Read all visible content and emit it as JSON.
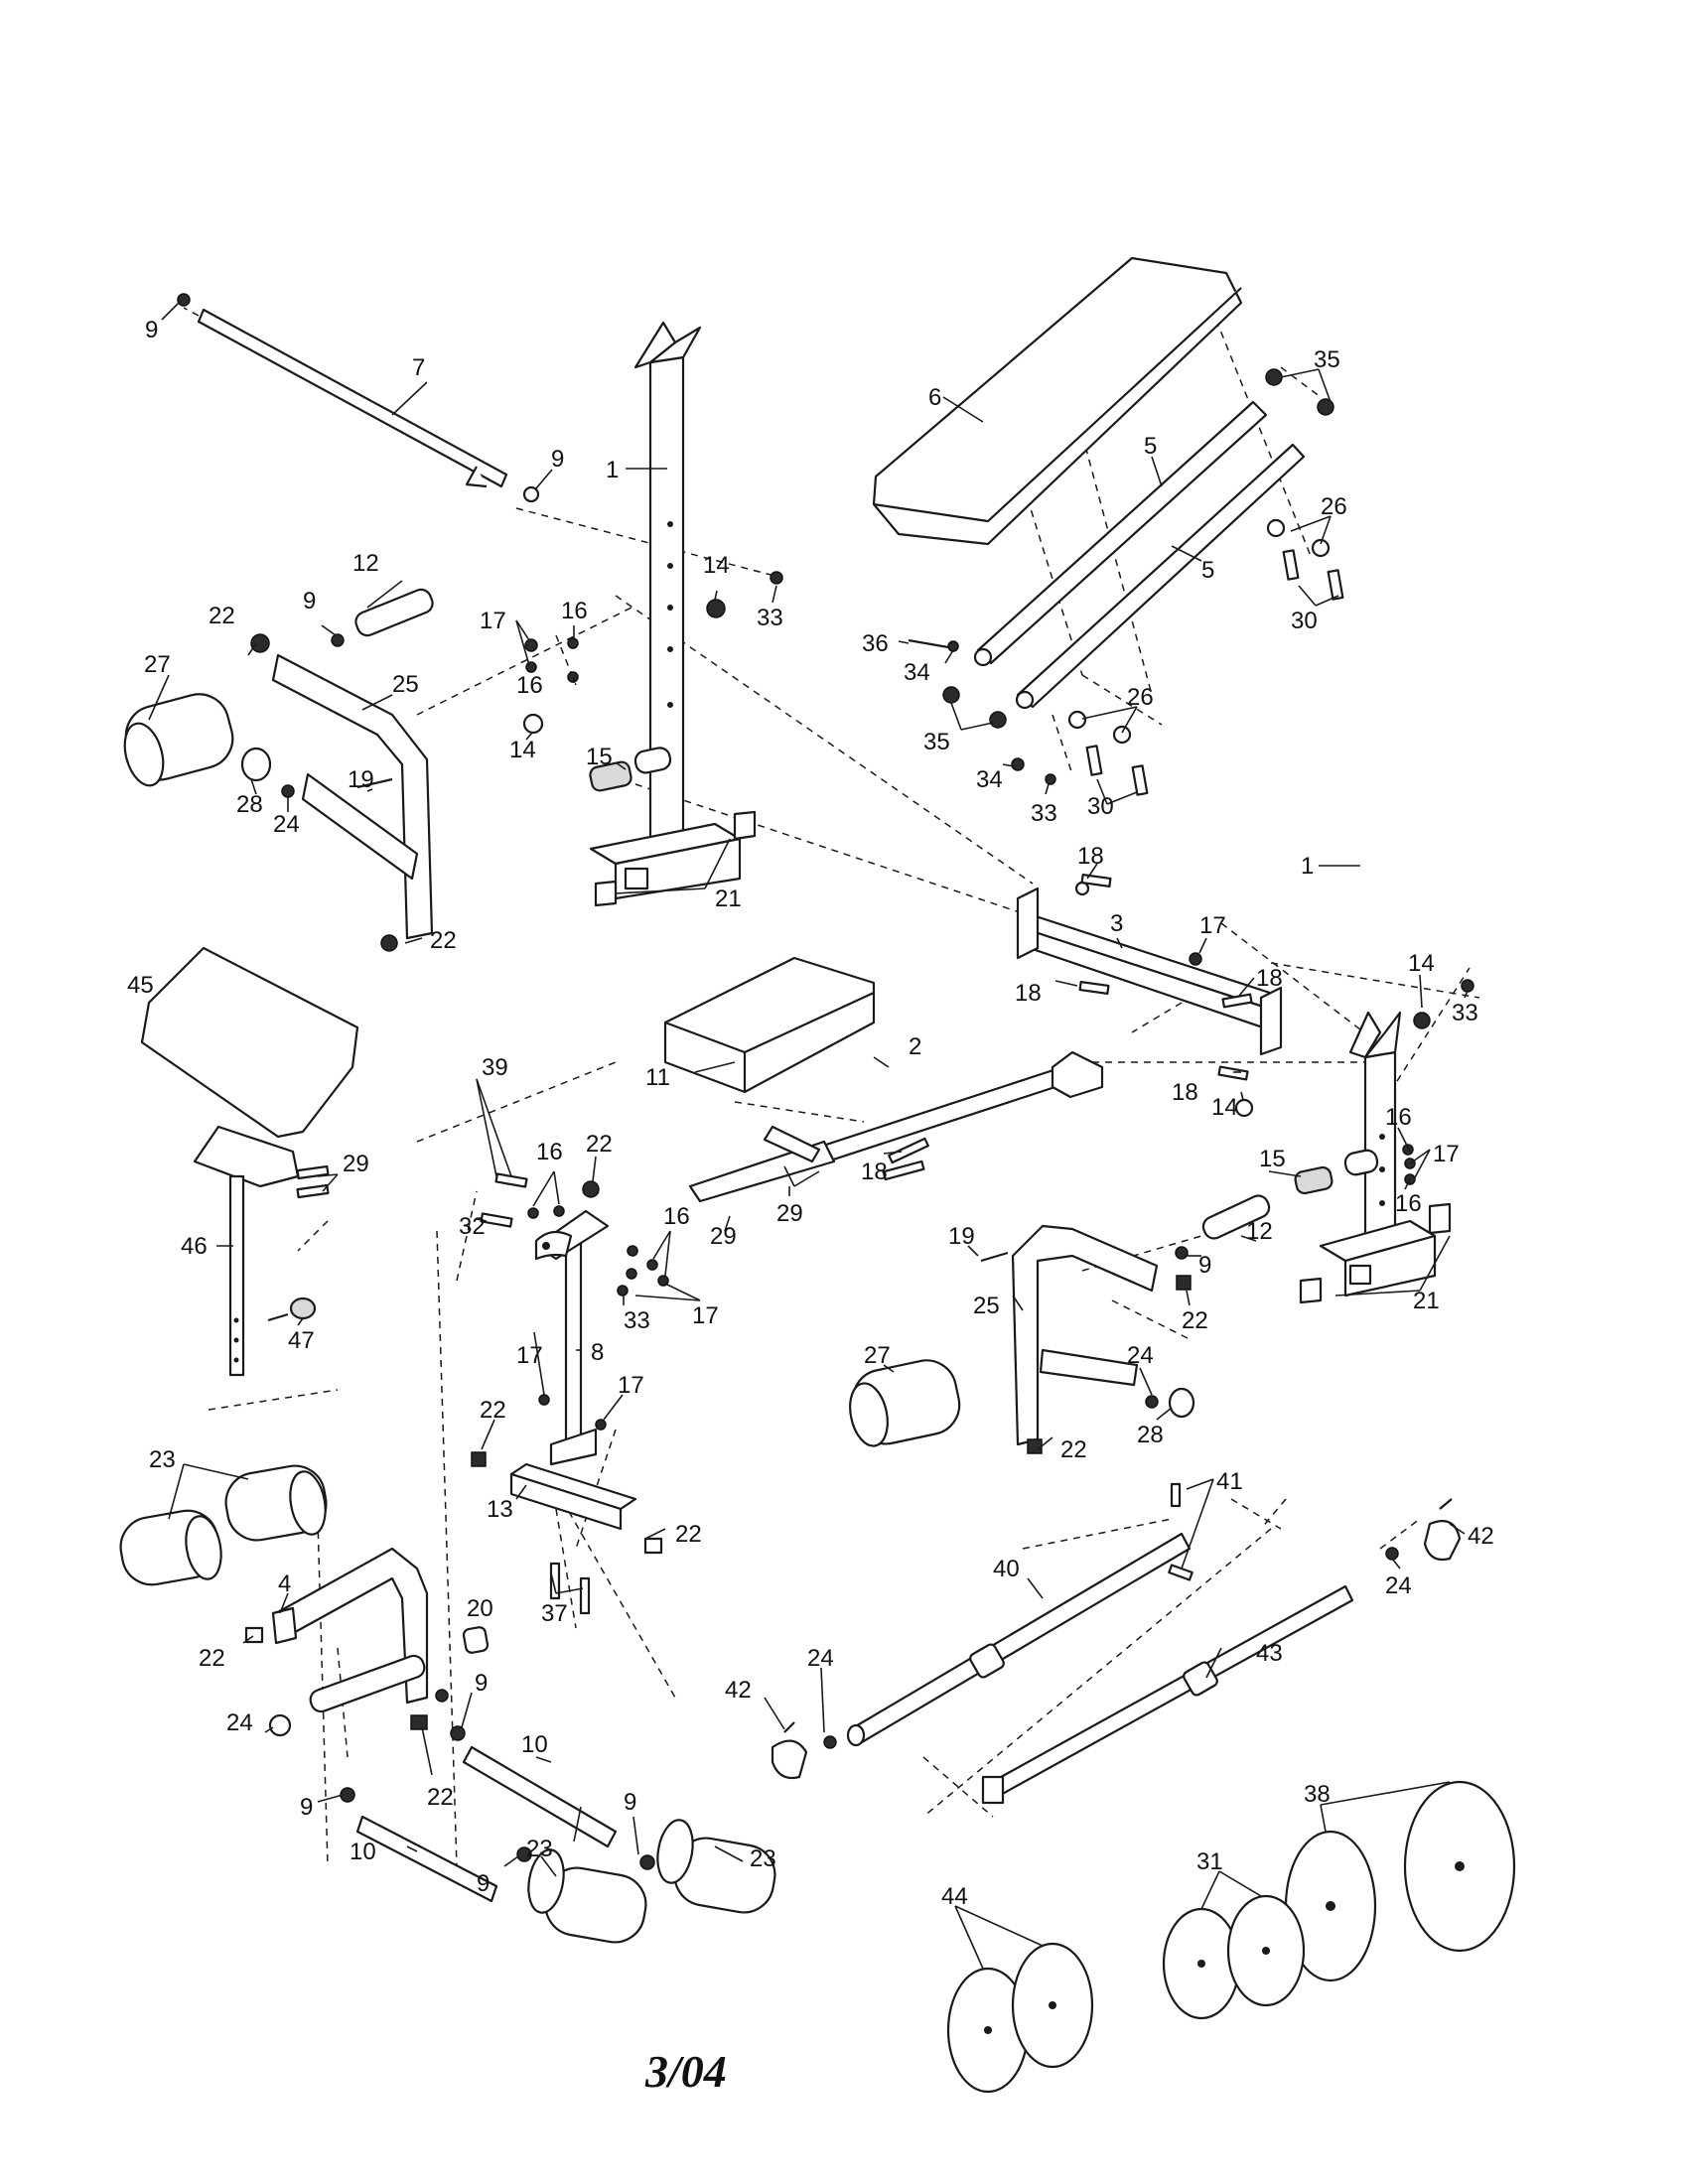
{
  "footer": {
    "date_code": "3/04"
  },
  "callouts": [
    {
      "id": "c-9a",
      "text": "9"
    },
    {
      "id": "c-7",
      "text": "7"
    },
    {
      "id": "c-9b",
      "text": "9"
    },
    {
      "id": "c-1a",
      "text": "1"
    },
    {
      "id": "c-6",
      "text": "6"
    },
    {
      "id": "c-35a",
      "text": "35"
    },
    {
      "id": "c-5a",
      "text": "5"
    },
    {
      "id": "c-5b",
      "text": "5"
    },
    {
      "id": "c-26a",
      "text": "26"
    },
    {
      "id": "c-30a",
      "text": "30"
    },
    {
      "id": "c-12a",
      "text": "12"
    },
    {
      "id": "c-22a",
      "text": "22"
    },
    {
      "id": "c-9c",
      "text": "9"
    },
    {
      "id": "c-14a",
      "text": "14"
    },
    {
      "id": "c-33a",
      "text": "33"
    },
    {
      "id": "c-17a",
      "text": "17"
    },
    {
      "id": "c-16a",
      "text": "16"
    },
    {
      "id": "c-16b",
      "text": "16"
    },
    {
      "id": "c-27a",
      "text": "27"
    },
    {
      "id": "c-25a",
      "text": "25"
    },
    {
      "id": "c-36",
      "text": "36"
    },
    {
      "id": "c-34a",
      "text": "34"
    },
    {
      "id": "c-35b",
      "text": "35"
    },
    {
      "id": "c-26b",
      "text": "26"
    },
    {
      "id": "c-34b",
      "text": "34"
    },
    {
      "id": "c-33b",
      "text": "33"
    },
    {
      "id": "c-30b",
      "text": "30"
    },
    {
      "id": "c-14b",
      "text": "14"
    },
    {
      "id": "c-15a",
      "text": "15"
    },
    {
      "id": "c-28a",
      "text": "28"
    },
    {
      "id": "c-24a",
      "text": "24"
    },
    {
      "id": "c-19a",
      "text": "19"
    },
    {
      "id": "c-21a",
      "text": "21"
    },
    {
      "id": "c-22b",
      "text": "22"
    },
    {
      "id": "c-18a",
      "text": "18"
    },
    {
      "id": "c-1b",
      "text": "1"
    },
    {
      "id": "c-3",
      "text": "3"
    },
    {
      "id": "c-17b",
      "text": "17"
    },
    {
      "id": "c-45",
      "text": "45"
    },
    {
      "id": "c-18b",
      "text": "18"
    },
    {
      "id": "c-18c",
      "text": "18"
    },
    {
      "id": "c-14c",
      "text": "14"
    },
    {
      "id": "c-33c",
      "text": "33"
    },
    {
      "id": "c-2",
      "text": "2"
    },
    {
      "id": "c-11",
      "text": "11"
    },
    {
      "id": "c-18d",
      "text": "18"
    },
    {
      "id": "c-16c",
      "text": "16"
    },
    {
      "id": "c-17c",
      "text": "17"
    },
    {
      "id": "c-14d",
      "text": "14"
    },
    {
      "id": "c-18e",
      "text": "18"
    },
    {
      "id": "c-15b",
      "text": "15"
    },
    {
      "id": "c-16d",
      "text": "16"
    },
    {
      "id": "c-39",
      "text": "39"
    },
    {
      "id": "c-16e",
      "text": "16"
    },
    {
      "id": "c-22c",
      "text": "22"
    },
    {
      "id": "c-29a",
      "text": "29"
    },
    {
      "id": "c-32",
      "text": "32"
    },
    {
      "id": "c-29b",
      "text": "29"
    },
    {
      "id": "c-29c",
      "text": "29"
    },
    {
      "id": "c-16f",
      "text": "16"
    },
    {
      "id": "c-46",
      "text": "46"
    },
    {
      "id": "c-33d",
      "text": "33"
    },
    {
      "id": "c-17d",
      "text": "17"
    },
    {
      "id": "c-19b",
      "text": "19"
    },
    {
      "id": "c-9d",
      "text": "9"
    },
    {
      "id": "c-12b",
      "text": "12"
    },
    {
      "id": "c-21b",
      "text": "21"
    },
    {
      "id": "c-25b",
      "text": "25"
    },
    {
      "id": "c-22d",
      "text": "22"
    },
    {
      "id": "c-47",
      "text": "47"
    },
    {
      "id": "c-27b",
      "text": "27"
    },
    {
      "id": "c-24b",
      "text": "24"
    },
    {
      "id": "c-17e",
      "text": "17"
    },
    {
      "id": "c-8",
      "text": "8"
    },
    {
      "id": "c-17f",
      "text": "17"
    },
    {
      "id": "c-28b",
      "text": "28"
    },
    {
      "id": "c-22e",
      "text": "22"
    },
    {
      "id": "c-22f",
      "text": "22"
    },
    {
      "id": "c-23a",
      "text": "23"
    },
    {
      "id": "c-13",
      "text": "13"
    },
    {
      "id": "c-22g",
      "text": "22"
    },
    {
      "id": "c-41",
      "text": "41"
    },
    {
      "id": "c-4",
      "text": "4"
    },
    {
      "id": "c-40",
      "text": "40"
    },
    {
      "id": "c-42a",
      "text": "42"
    },
    {
      "id": "c-24c",
      "text": "24"
    },
    {
      "id": "c-37",
      "text": "37"
    },
    {
      "id": "c-22h",
      "text": "22"
    },
    {
      "id": "c-20",
      "text": "20"
    },
    {
      "id": "c-43",
      "text": "43"
    },
    {
      "id": "c-24d",
      "text": "24"
    },
    {
      "id": "c-42b",
      "text": "42"
    },
    {
      "id": "c-24e",
      "text": "24"
    },
    {
      "id": "c-9e",
      "text": "9"
    },
    {
      "id": "c-10a",
      "text": "10"
    },
    {
      "id": "c-22i",
      "text": "22"
    },
    {
      "id": "c-9f",
      "text": "9"
    },
    {
      "id": "c-38",
      "text": "38"
    },
    {
      "id": "c-10b",
      "text": "10"
    },
    {
      "id": "c-9g",
      "text": "9"
    },
    {
      "id": "c-23b",
      "text": "23"
    },
    {
      "id": "c-23c",
      "text": "23"
    },
    {
      "id": "c-9h",
      "text": "9"
    },
    {
      "id": "c-31",
      "text": "31"
    },
    {
      "id": "c-44",
      "text": "44"
    }
  ]
}
